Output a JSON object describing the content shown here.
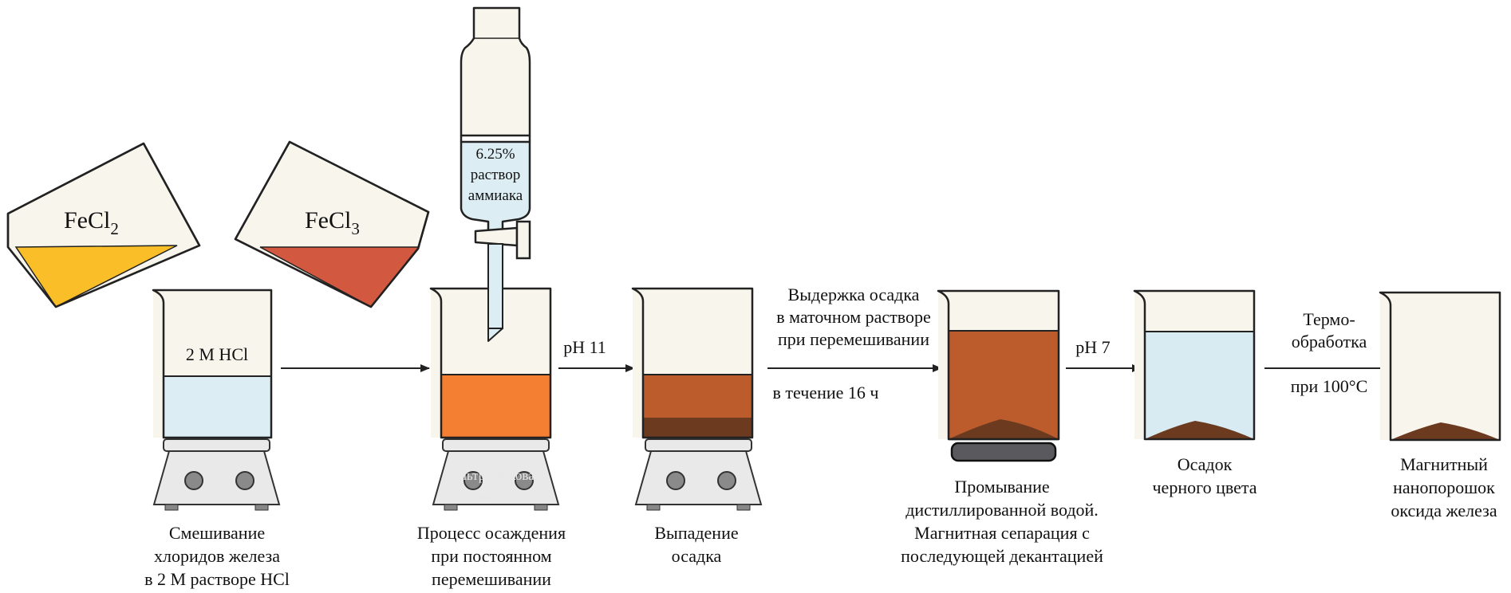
{
  "reagents": {
    "fecl2": "FeCl",
    "fecl2_sub": "2",
    "fecl3": "FeCl",
    "fecl3_sub": "3"
  },
  "acid_label": "2 M HCl",
  "funnel_label": [
    "6.25%",
    "раствор",
    "аммиака"
  ],
  "ghost_label": [
    "Ультразвуковая",
    "ванна"
  ],
  "arrows": {
    "a2": "pH 11",
    "a3_top": [
      "Выдержка осадка",
      "в маточном растворе",
      "при перемешивании"
    ],
    "a3_bottom": "в течение 16 ч",
    "a4": "pH 7",
    "a5_top": [
      "Термо-",
      "обработка"
    ],
    "a5_bottom": "при 100°C"
  },
  "captions": {
    "s1": [
      "Смешивание",
      "хлоридов железа",
      "в 2 M растворе HCl"
    ],
    "s2": [
      "Процесс осаждения",
      "при постоянном",
      "перемешивании"
    ],
    "s3": [
      "Выпадение",
      "осадка"
    ],
    "s4": [
      "Промывание",
      "дистиллированной водой.",
      "Магнитная сепарация с",
      "последующей декантацией"
    ],
    "s5": [
      "Осадок",
      "черного цвета"
    ],
    "s6": [
      "Магнитный",
      "нанопорошок",
      "оксида железа"
    ]
  },
  "colors": {
    "glass": "#f8f6ec",
    "fecl2_liquid": "#f9be28",
    "fecl3_liquid": "#d35840",
    "acid_liquid": "#dcedf3",
    "orange_liquid": "#f47f33",
    "brown_liquid": "#bc5c2c",
    "sediment": "#6b3a1f",
    "water": "#d8ebf3",
    "magnet": "#5a5a5e",
    "stirrer": "#e9e9e9"
  }
}
